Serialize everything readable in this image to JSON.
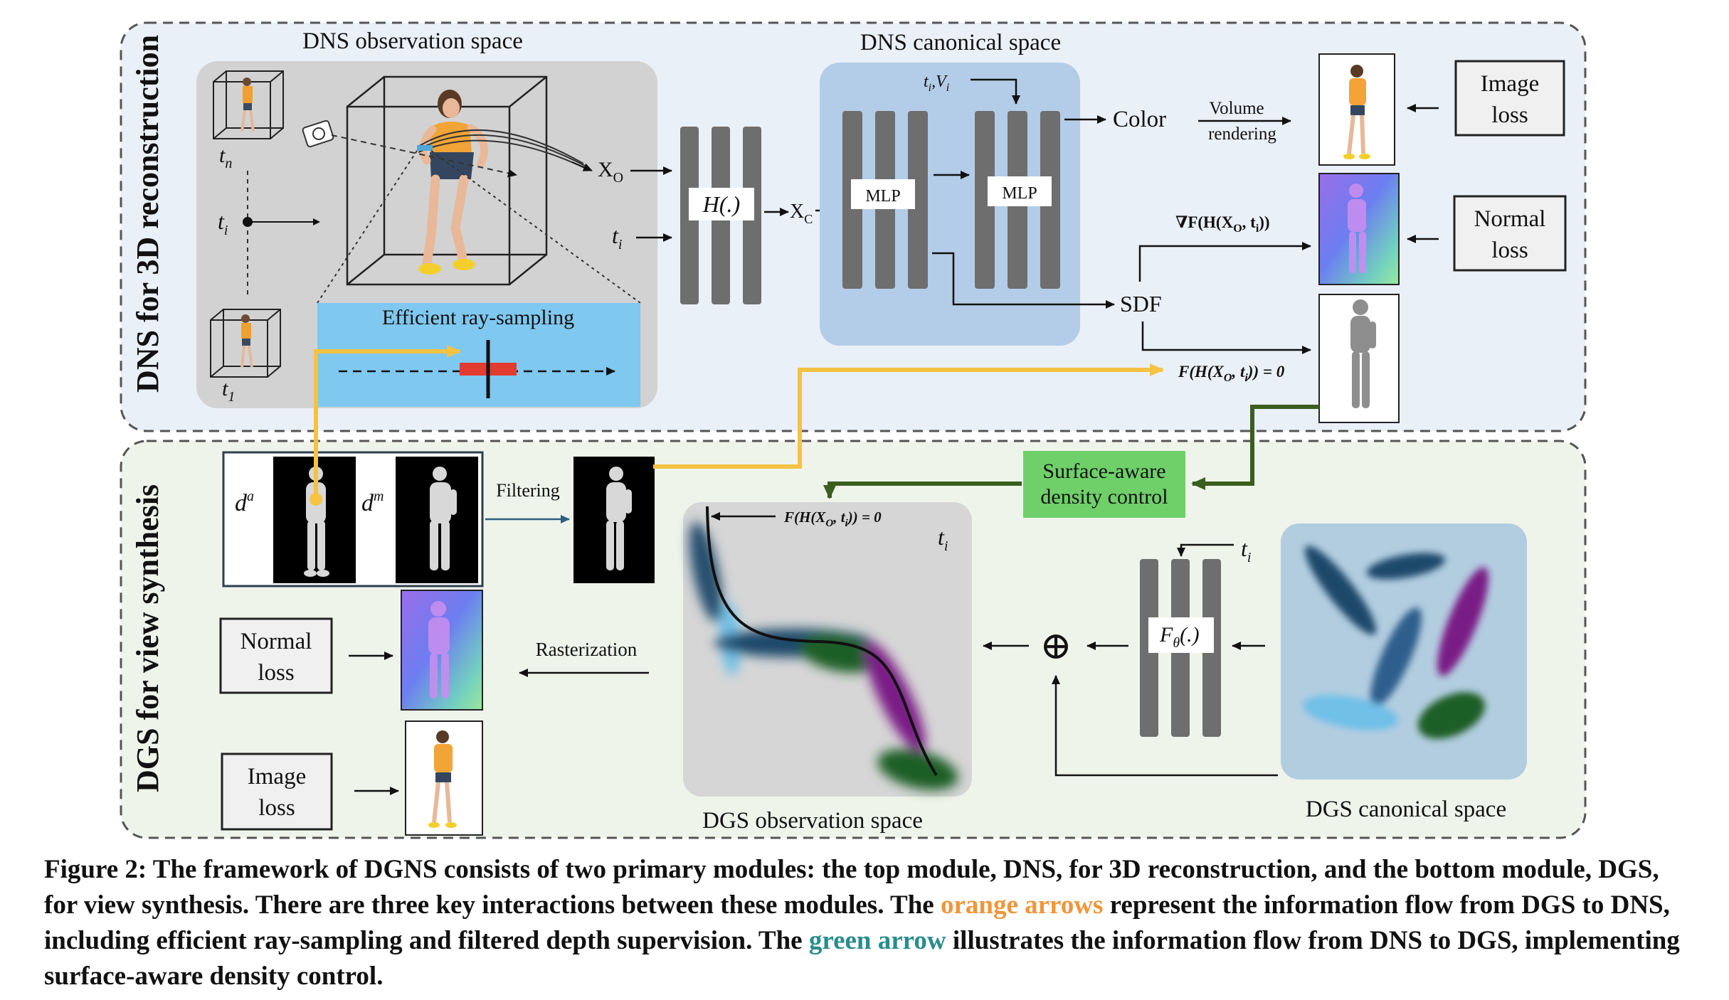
{
  "dns": {
    "module_label": "DNS for 3D reconstruction",
    "obs_title": "DNS observation space",
    "can_title": "DNS canonical space",
    "ray_sampling": "Efficient ray-sampling",
    "t_n": "t",
    "t_n_sub": "n",
    "t_i": "t",
    "t_i_sub": "i",
    "t_1": "t",
    "t_1_sub": "1",
    "x_o": "X",
    "x_o_sub": "O",
    "x_c": "X",
    "x_c_sub": "C",
    "h_func": "H(.)",
    "mlp1": "MLP",
    "mlp2": "MLP",
    "ti_vi": "t",
    "ti_vi_rest": ",V",
    "color": "Color",
    "volume": "Volume",
    "rendering": "rendering",
    "sdf": "SDF",
    "grad_label": "∇F(H(X",
    "grad_sub": "O",
    "grad_rest": ", t",
    "grad_end": "))",
    "zero_label": "F(H(X",
    "zero_sub": "O",
    "zero_rest": ", t",
    "zero_end": ")) = 0",
    "image_loss": [
      "Image",
      "loss"
    ],
    "normal_loss": [
      "Normal",
      "loss"
    ]
  },
  "dgs": {
    "module_label": "DGS for view synthesis",
    "d_a": "d",
    "d_a_sup": "a",
    "d_m": "d",
    "d_m_sup": "m",
    "filtering": "Filtering",
    "surface_control": [
      "Surface-aware",
      "density control"
    ],
    "obs_title": "DGS observation space",
    "can_title": "DGS canonical space",
    "f_label": "F(H(X",
    "f_sub": "O",
    "f_rest": ", t",
    "f_end": ")) = 0",
    "t_i": "t",
    "t_i_sub": "i",
    "f_theta": "F",
    "f_theta_sub": "θ",
    "f_theta_rest": "(.)",
    "plus": "⊕",
    "rasterization": "Rasterization",
    "normal_loss": [
      "Normal",
      "loss"
    ],
    "image_loss": [
      "Image",
      "loss"
    ]
  },
  "caption": {
    "part1": "Figure 2: The framework of DGNS consists of two primary modules: the top module, DNS, for 3D reconstruction, and the bottom module, DGS, for view synthesis. There are three key interactions between these modules. The ",
    "orange": "orange arrows",
    "part2": " represent the information flow from DGS to DNS, including efficient ray-sampling and filtered depth supervision. The ",
    "green": "green arrow",
    "part3": " illustrates the information flow from DNS to DGS, implementing surface-aware density control."
  },
  "colors": {
    "orange_arrow": "#f5c242",
    "green_arrow": "#3a5e1e",
    "dns_bg": "#eaf0f8",
    "dgs_bg": "#eef4ea",
    "blue_box": "#7fc8ef",
    "canon_box": "#b3cde8",
    "surface_box": "#6fd06a"
  }
}
